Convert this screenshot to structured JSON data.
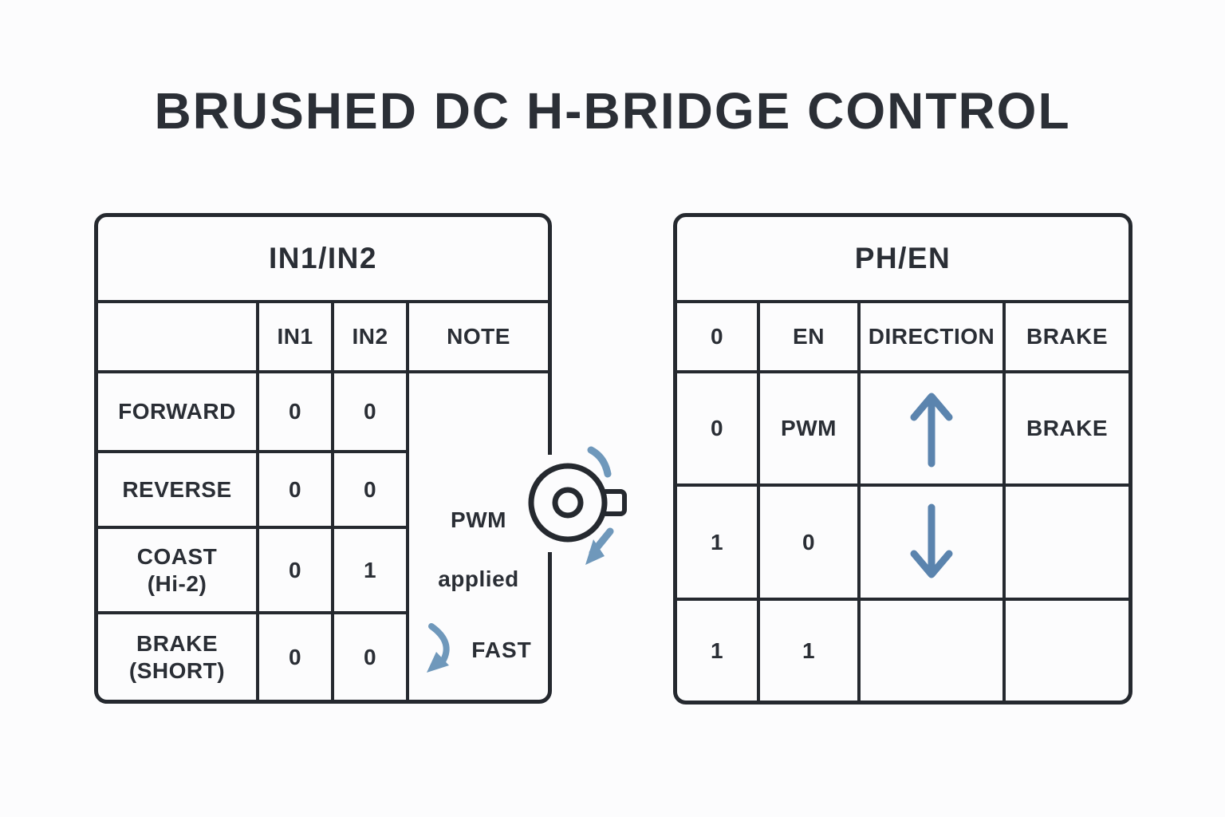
{
  "page": {
    "title": "BRUSHED DC H-BRIDGE CONTROL",
    "background_color": "#fcfcfd",
    "line_color": "#25292f",
    "accent_color": "#5b84ae"
  },
  "left_table": {
    "title": "IN1/IN2",
    "columns": [
      "",
      "IN1",
      "IN2",
      "NOTE"
    ],
    "rows": [
      {
        "label": "FORWARD",
        "in1": "0",
        "in2": "0"
      },
      {
        "label": "REVERSE",
        "in1": "0",
        "in2": "0"
      },
      {
        "label": "COAST\n(Hi-2)",
        "in1": "0",
        "in2": "1"
      },
      {
        "label": "BRAKE\n(SHORT)",
        "in1": "0",
        "in2": "0"
      }
    ],
    "note": {
      "pwm_line1": "PWM",
      "pwm_line2": "applied",
      "fast_label": "FAST",
      "fast_icon": "rotation-arrow-icon"
    }
  },
  "right_table": {
    "title": "PH/EN",
    "columns": [
      "0",
      "EN",
      "DIRECTION",
      "BRAKE"
    ],
    "rows": [
      {
        "ph": "0",
        "en": "PWM",
        "direction": "up",
        "brake": "BRAKE"
      },
      {
        "ph": "1",
        "en": "0",
        "direction": "down",
        "brake": ""
      },
      {
        "ph": "1",
        "en": "1",
        "direction": "",
        "brake": ""
      }
    ]
  },
  "motor": {
    "icon": "dc-motor-icon",
    "rotation": "clockwise",
    "rotation_icons": [
      "rotation-arc-icon",
      "rotation-arrowhead-icon"
    ]
  }
}
